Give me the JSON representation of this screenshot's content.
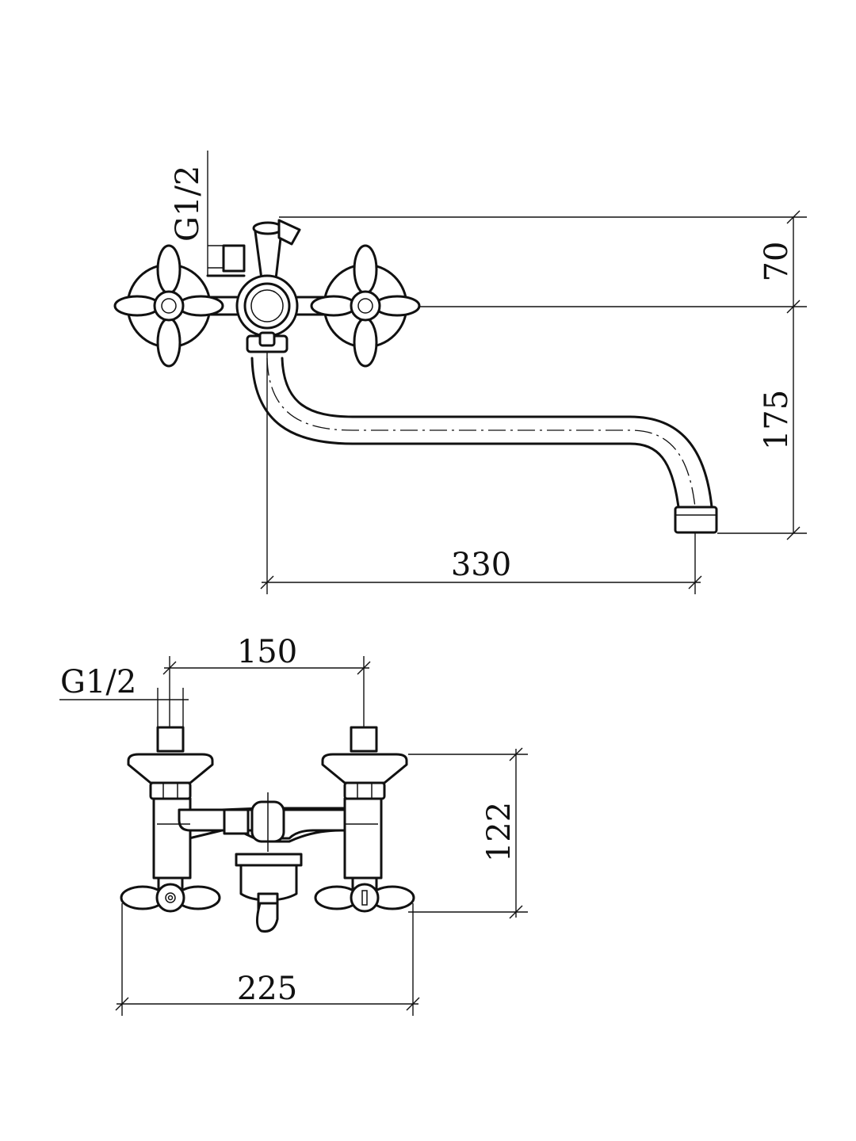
{
  "top_view": {
    "label_thread": "G1/2",
    "dim_height_upper": "70",
    "dim_height_lower": "175",
    "dim_spout_reach": "330"
  },
  "front_view": {
    "label_thread": "G1/2",
    "dim_inlet_spacing": "150",
    "dim_height": "122",
    "dim_width": "225"
  },
  "colors": {
    "line": "#111111",
    "background": "#ffffff"
  }
}
